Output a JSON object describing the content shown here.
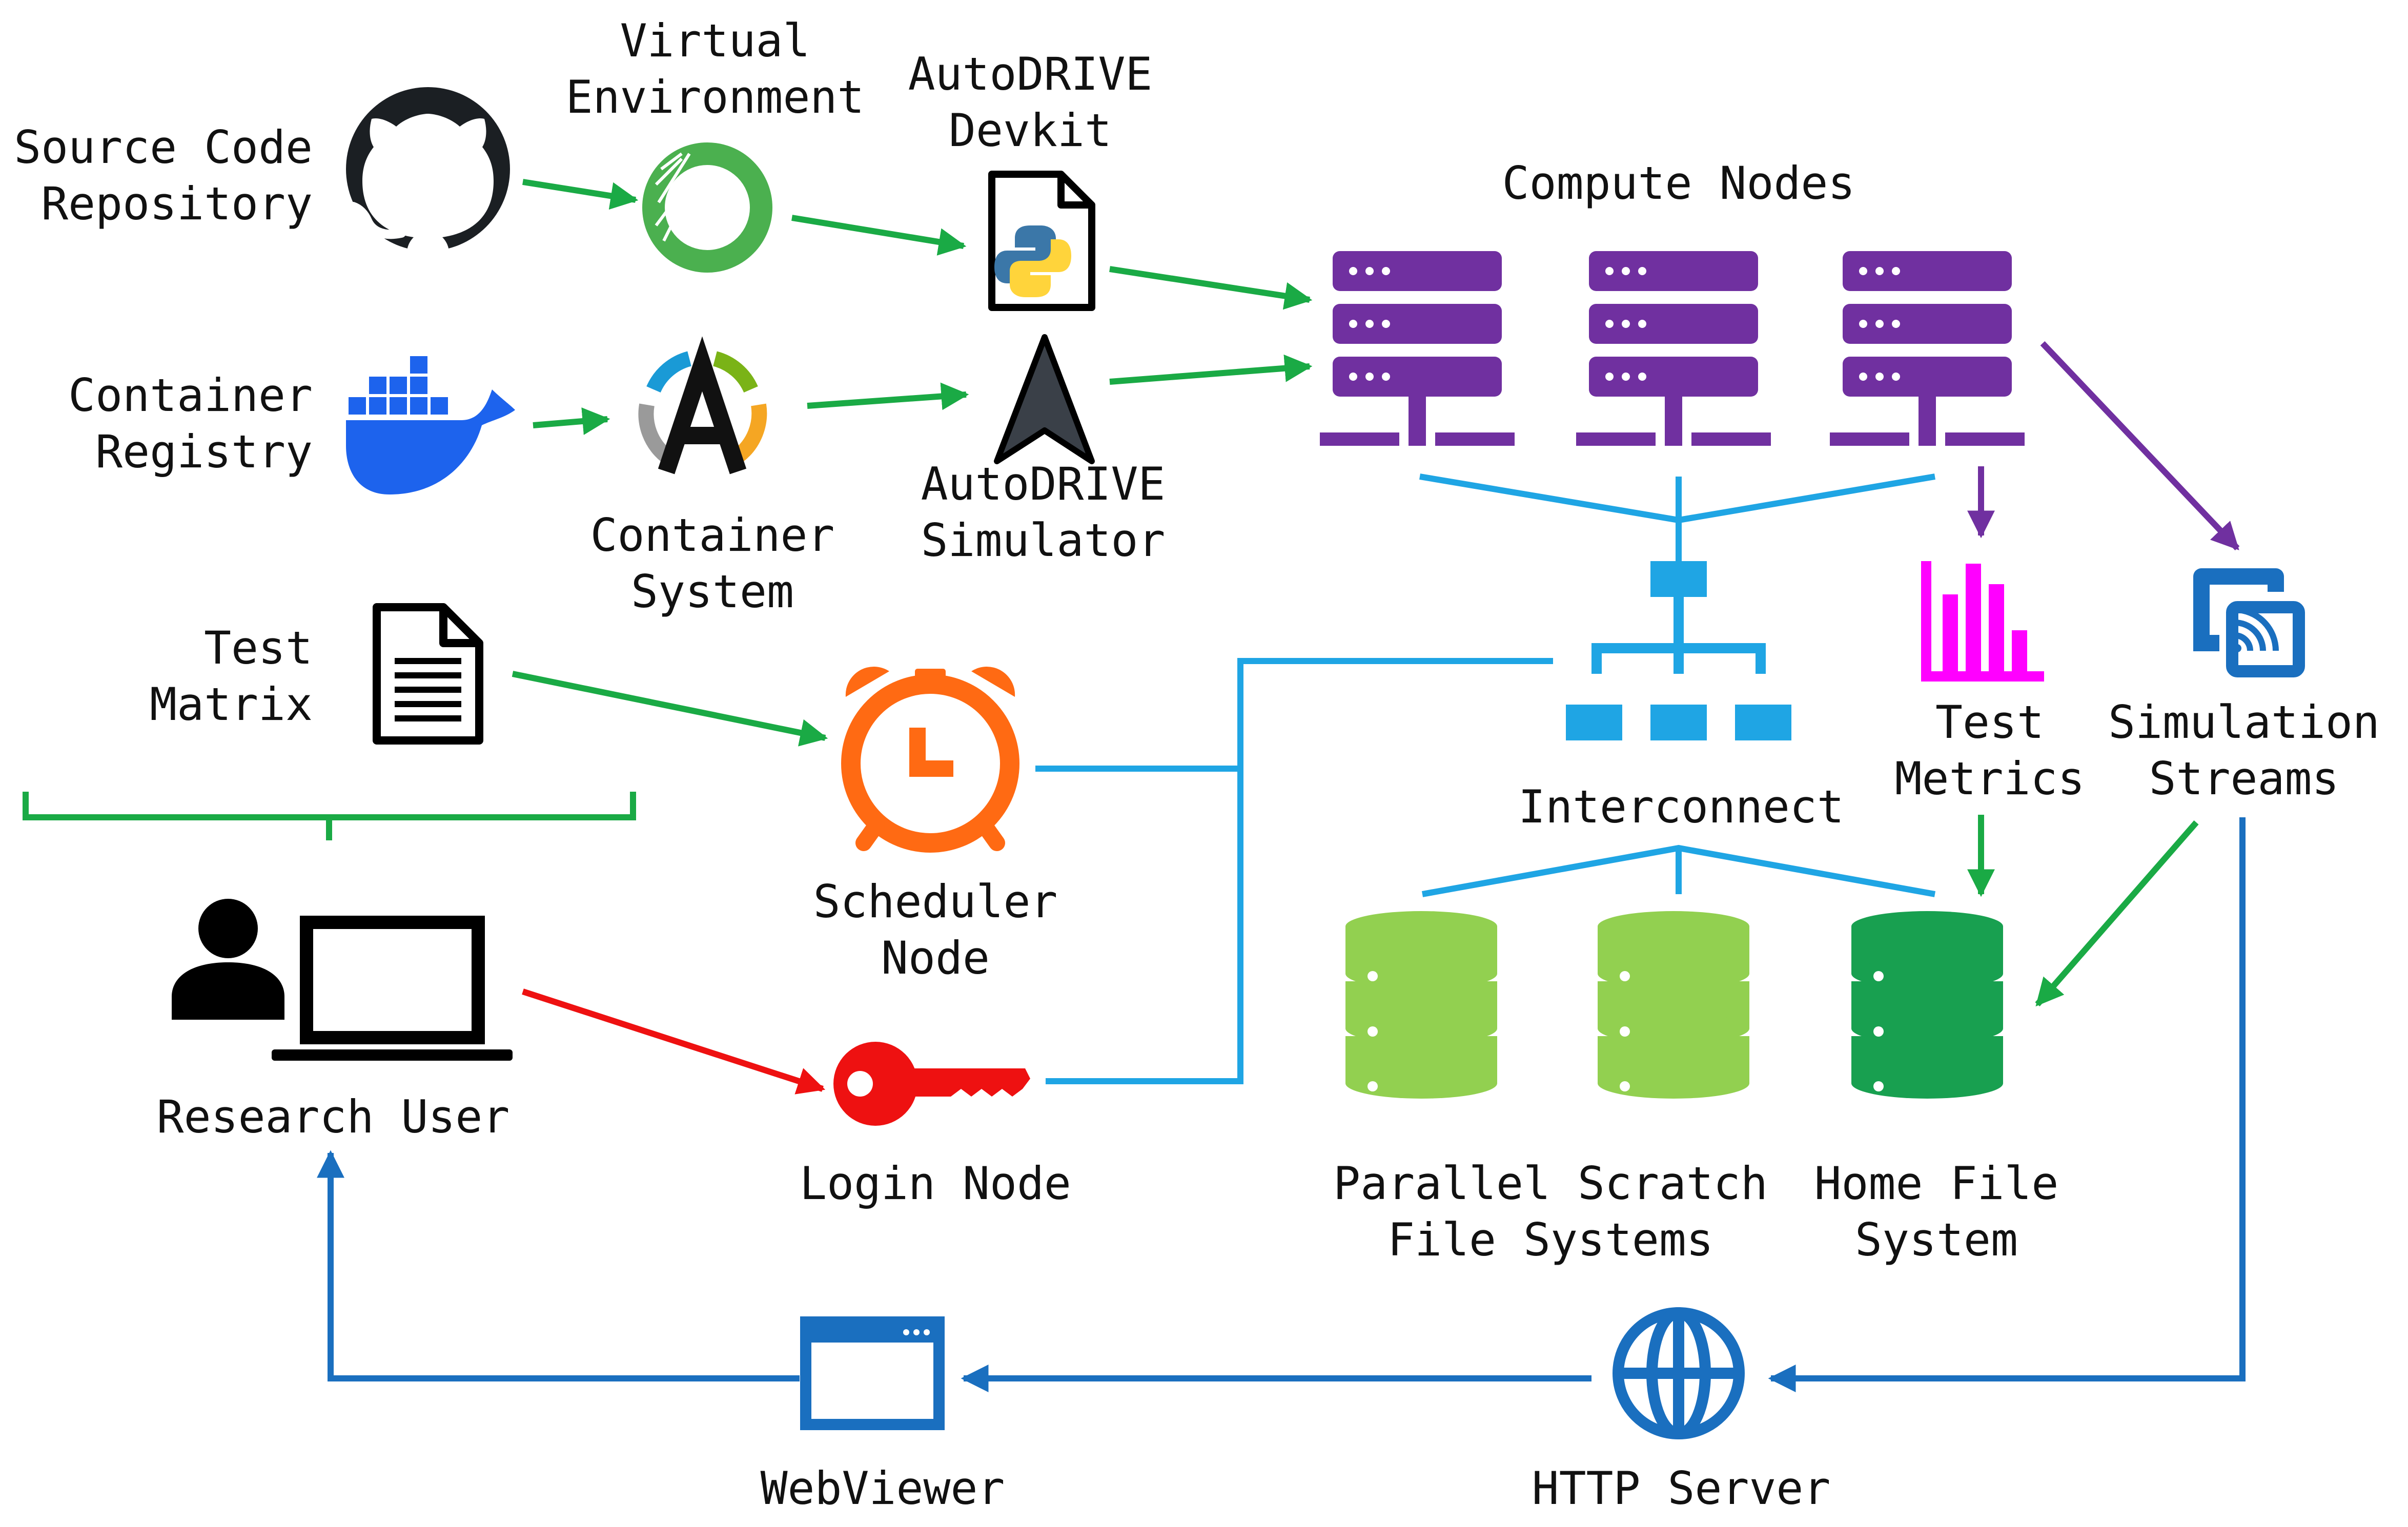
{
  "colors": {
    "green_arrow": "#1aaa45",
    "blue_line": "#1fa5e4",
    "dark_blue": "#1a6fbf",
    "red": "#ee1111",
    "purple": "#7030a0",
    "magenta": "#ff00ff",
    "orange": "#ff6a13",
    "light_green_db": "#92d050",
    "green_db": "#18a050",
    "docker_blue": "#1d63ed"
  },
  "labels": {
    "source_code_1": "Source Code",
    "source_code_2": "Repository",
    "virtual_env_1": "Virtual",
    "virtual_env_2": "Environment",
    "devkit_1": "AutoDRIVE",
    "devkit_2": "Devkit",
    "compute_nodes": "Compute Nodes",
    "container_registry_1": "Container",
    "container_registry_2": "Registry",
    "container_system_1": "Container",
    "container_system_2": "System",
    "simulator_1": "AutoDRIVE",
    "simulator_2": "Simulator",
    "test_matrix_1": "Test",
    "test_matrix_2": "Matrix",
    "scheduler_1": "Scheduler",
    "scheduler_2": "Node",
    "interconnect": "Interconnect",
    "test_metrics_1": "Test",
    "test_metrics_2": "Metrics",
    "sim_streams_1": "Simulation",
    "sim_streams_2": "Streams",
    "research_user": "Research User",
    "login_node": "Login Node",
    "parallel_fs_1": "Parallel Scratch",
    "parallel_fs_2": "File Systems",
    "home_fs_1": "Home File",
    "home_fs_2": "System",
    "webviewer": "WebViewer",
    "http_server": "HTTP Server"
  },
  "icons": [
    "github-icon",
    "virtual-env-icon",
    "python-file-icon",
    "server-icon",
    "docker-icon",
    "container-system-icon",
    "autodrive-simulator-icon",
    "document-icon",
    "alarm-clock-icon",
    "network-hierarchy-icon",
    "bar-chart-icon",
    "stream-cast-icon",
    "user-laptop-icon",
    "key-icon",
    "database-icon",
    "browser-window-icon",
    "globe-icon"
  ]
}
